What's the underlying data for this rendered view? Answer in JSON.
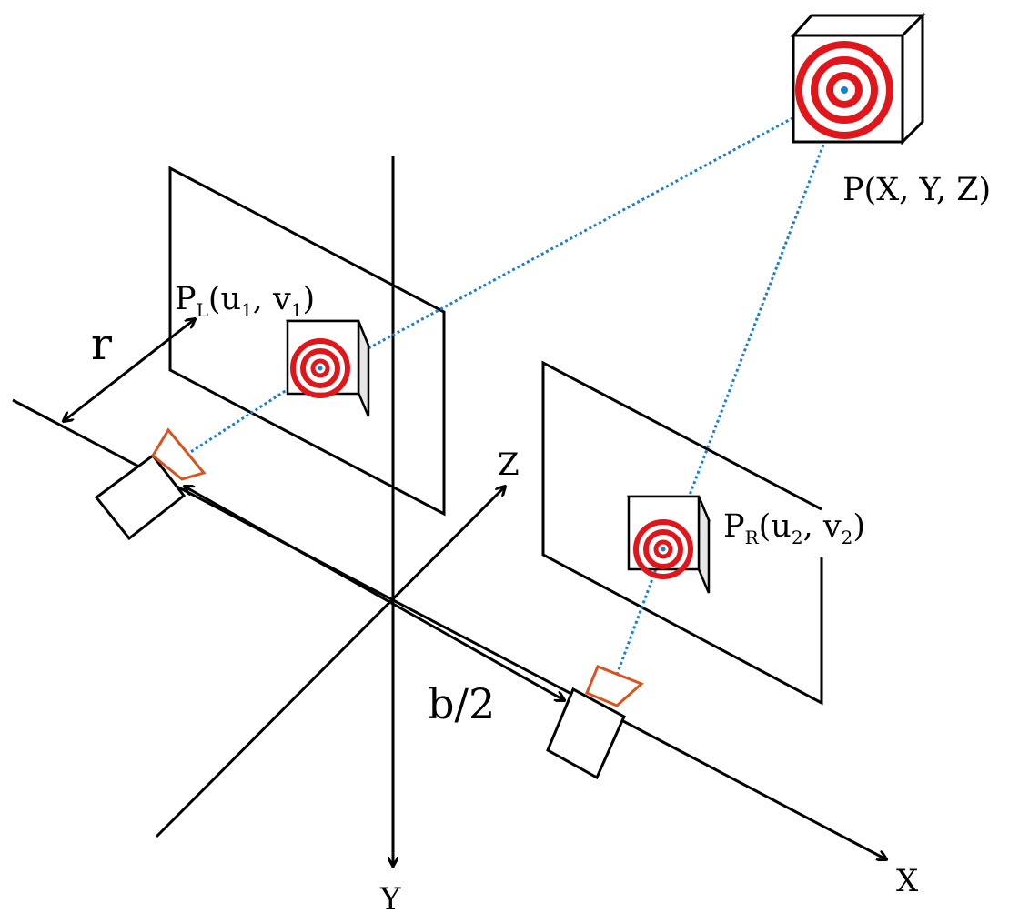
{
  "labels": {
    "point": "P(X, Y, Z)",
    "left_point_main": "P",
    "left_point_sub": "L",
    "left_point_rest_a": "(u",
    "left_point_sub2": "1",
    "left_point_rest_b": ", v",
    "left_point_sub3": "1",
    "left_point_rest_c": ")",
    "right_point_main": "P",
    "right_point_sub": "R",
    "right_point_rest_a": "(u",
    "right_point_sub2": "2",
    "right_point_rest_b": ", v",
    "right_point_sub3": "2",
    "right_point_rest_c": ")",
    "r": "r",
    "half_baseline": "b/2",
    "axis_x": "X",
    "axis_y": "Y",
    "axis_z": "Z"
  },
  "colors": {
    "ray": "#1a7fd4",
    "target": "#e0161b",
    "camera_lens": "#d9531e",
    "line": "#000000"
  }
}
